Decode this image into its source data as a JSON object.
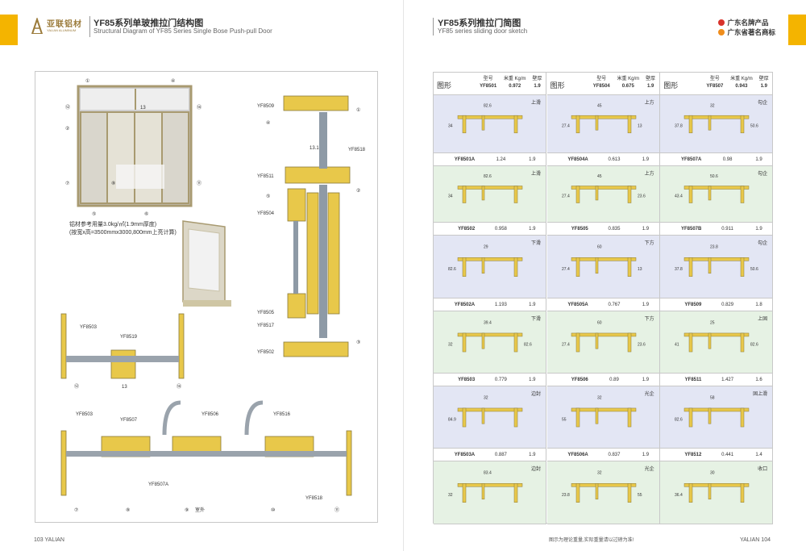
{
  "left_page": {
    "logo_cn": "亚联铝材",
    "logo_en": "YALIAN ALUMINUM",
    "title_cn": "YF85系列单玻推拉门结构图",
    "title_en": "Structural Diagram of YF85 Series Single Bose Push-pull Door",
    "note_lines": [
      "铝材参考用量3.0kg/㎡(1.9mm厚度)",
      "(按宽x高=3500mmx3000,800mm上亮计算)"
    ],
    "door_labels": [
      "①",
      "④",
      "⑫",
      "13",
      "⑭",
      "②",
      "⑧",
      "⑦",
      "⑪",
      "⑤",
      "⑥"
    ],
    "section_labels": [
      "YF8509",
      "YF8511",
      "YF8504",
      "YF8505",
      "YF8517",
      "YF8502",
      "YF8518",
      "①",
      "④",
      "⑤",
      "②",
      "③",
      "13.1"
    ],
    "bottom_labels": [
      "YF8503",
      "YF8519",
      "⑫",
      "13",
      "⑭"
    ],
    "plan_labels": [
      "YF8503",
      "YF8507",
      "YF8506",
      "YF8516",
      "YF8507A",
      "YF8518",
      "⑦",
      "⑧",
      "⑨",
      "室外",
      "⑩",
      "⑪"
    ],
    "page_no": "103 YALIAN"
  },
  "right_page": {
    "title_cn": "YF85系列推拉门简图",
    "title_en": "YF85 series sliding door sketch",
    "badges": [
      "广东名牌产品",
      "广东省著名商标"
    ],
    "header": {
      "figure": "图形",
      "model": "型号",
      "weight": "米重 Kg/m",
      "thickness": "壁厚"
    },
    "columns": [
      [
        {
          "model": "YF8501",
          "weight": "0.972",
          "thick": "1.9",
          "role": "上滑",
          "dims": [
            "82.6",
            "34"
          ]
        },
        {
          "model": "YF8501A",
          "weight": "1.24",
          "thick": "1.9",
          "role": "上滑",
          "dims": [
            "82.6",
            "34"
          ]
        },
        {
          "model": "YF8502",
          "weight": "0.958",
          "thick": "1.9",
          "role": "下滑",
          "dims": [
            "29",
            "82.6"
          ]
        },
        {
          "model": "YF8502A",
          "weight": "1.193",
          "thick": "1.9",
          "role": "下滑",
          "dims": [
            "39.4",
            "32",
            "82.6"
          ]
        },
        {
          "model": "YF8503",
          "weight": "0.779",
          "thick": "1.9",
          "role": "边封",
          "dims": [
            "32",
            "84.9"
          ]
        },
        {
          "model": "YF8503A",
          "weight": "0.887",
          "thick": "1.9",
          "role": "边封",
          "dims": [
            "83.4",
            "32"
          ]
        }
      ],
      [
        {
          "model": "YF8504",
          "weight": "0.675",
          "thick": "1.9",
          "role": "上方",
          "dims": [
            "45",
            "27.4",
            "13"
          ]
        },
        {
          "model": "YF8504A",
          "weight": "0.613",
          "thick": "1.9",
          "role": "上方",
          "dims": [
            "45",
            "27.4",
            "23.6"
          ]
        },
        {
          "model": "YF8505",
          "weight": "0.835",
          "thick": "1.9",
          "role": "下方",
          "dims": [
            "60",
            "27.4",
            "13"
          ]
        },
        {
          "model": "YF8505A",
          "weight": "0.767",
          "thick": "1.9",
          "role": "下方",
          "dims": [
            "60",
            "27.4",
            "23.6"
          ]
        },
        {
          "model": "YF8506",
          "weight": "0.89",
          "thick": "1.9",
          "role": "光企",
          "dims": [
            "32",
            "55"
          ]
        },
        {
          "model": "YF8506A",
          "weight": "0.837",
          "thick": "1.9",
          "role": "光企",
          "dims": [
            "32",
            "23.8",
            "55"
          ]
        }
      ],
      [
        {
          "model": "YF8507",
          "weight": "0.943",
          "thick": "1.9",
          "role": "勾企",
          "dims": [
            "32",
            "37.8",
            "50.6"
          ]
        },
        {
          "model": "YF8507A",
          "weight": "0.98",
          "thick": "1.9",
          "role": "勾企",
          "dims": [
            "50.6",
            "43.4"
          ]
        },
        {
          "model": "YF8507B",
          "weight": "0.911",
          "thick": "1.9",
          "role": "勾企",
          "dims": [
            "23.8",
            "37.8",
            "50.6"
          ]
        },
        {
          "model": "YF8509",
          "weight": "0.829",
          "thick": "1.8",
          "role": "上固",
          "dims": [
            "25",
            "41",
            "82.6"
          ]
        },
        {
          "model": "YF8511",
          "weight": "1.427",
          "thick": "1.6",
          "role": "固上滑",
          "dims": [
            "58",
            "82.6"
          ]
        },
        {
          "model": "YF8512",
          "weight": "0.441",
          "thick": "1.4",
          "role": "收口",
          "dims": [
            "30",
            "36.4"
          ]
        }
      ]
    ],
    "footer_note": "图示为理论重量,实际重量请以过磅为准!",
    "page_no": "YALIAN 104"
  },
  "colors": {
    "accent": "#f4b400",
    "profile": "#e8c84a",
    "blue_cell": "#e3e6f4",
    "green_cell": "#e6f2e4"
  }
}
